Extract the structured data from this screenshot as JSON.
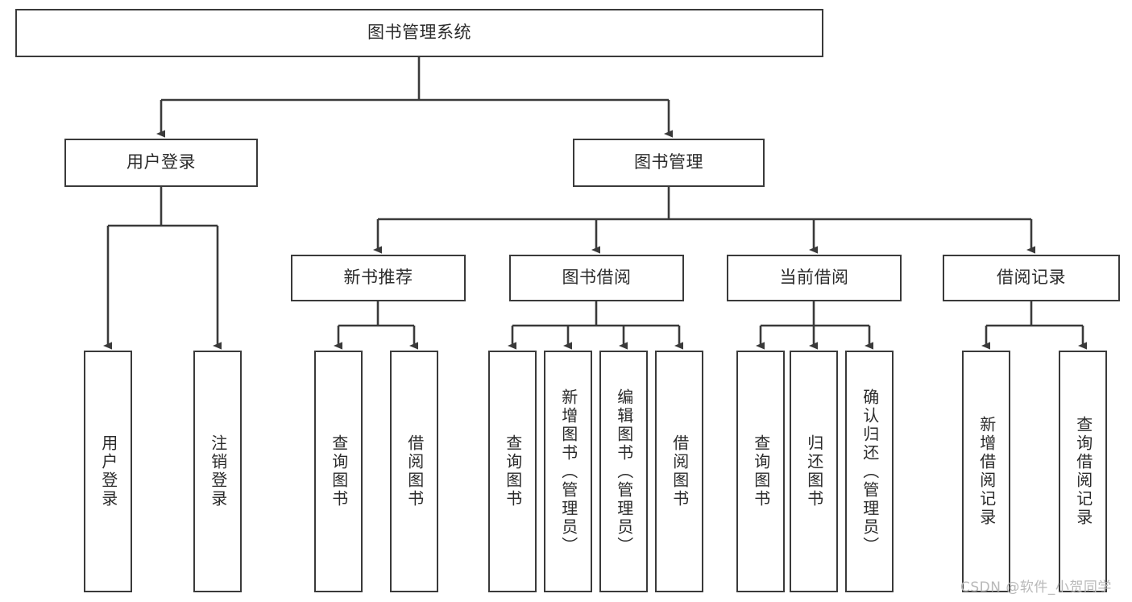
{
  "diagram": {
    "type": "tree-hierarchy-flowchart",
    "title": "图书管理系统",
    "background_color": "#ffffff",
    "box_border_color": "#3a3a3a",
    "connector_color": "#3a3a3a",
    "text_color": "#2b2b2b"
  },
  "nodes": {
    "root": {
      "label": "图书管理系统",
      "orientation": "horizontal"
    },
    "level1": [
      {
        "id": "user-login",
        "label": "用户登录",
        "orientation": "horizontal"
      },
      {
        "id": "book-manage",
        "label": "图书管理",
        "orientation": "horizontal"
      }
    ],
    "level2": [
      {
        "id": "new-book-recommend",
        "label": "新书推荐",
        "orientation": "horizontal"
      },
      {
        "id": "book-borrow",
        "label": "图书借阅",
        "orientation": "horizontal"
      },
      {
        "id": "current-borrow",
        "label": "当前借阅",
        "orientation": "horizontal"
      },
      {
        "id": "borrow-record",
        "label": "借阅记录",
        "orientation": "horizontal"
      }
    ],
    "leaves": [
      {
        "id": "leaf-user-login",
        "label": "用户登录",
        "parent": "user-login",
        "orientation": "vertical"
      },
      {
        "id": "leaf-logout-login",
        "label": "注销登录",
        "parent": "user-login",
        "orientation": "vertical"
      },
      {
        "id": "leaf-query-book-1",
        "label": "查询图书",
        "parent": "new-book-recommend",
        "orientation": "vertical"
      },
      {
        "id": "leaf-borrow-book-1",
        "label": "借阅图书",
        "parent": "new-book-recommend",
        "orientation": "vertical"
      },
      {
        "id": "leaf-query-book-2",
        "label": "查询图书",
        "parent": "book-borrow",
        "orientation": "vertical"
      },
      {
        "id": "leaf-add-book",
        "label": "新增图书（管理员）",
        "parent": "book-borrow",
        "orientation": "vertical"
      },
      {
        "id": "leaf-edit-book",
        "label": "编辑图书（管理员）",
        "parent": "book-borrow",
        "orientation": "vertical"
      },
      {
        "id": "leaf-borrow-book-2",
        "label": "借阅图书",
        "parent": "book-borrow",
        "orientation": "vertical"
      },
      {
        "id": "leaf-query-book-3",
        "label": "查询图书",
        "parent": "current-borrow",
        "orientation": "vertical"
      },
      {
        "id": "leaf-return-book",
        "label": "归还图书",
        "parent": "current-borrow",
        "orientation": "vertical"
      },
      {
        "id": "leaf-confirm-return",
        "label": "确认归还（管理员）",
        "parent": "current-borrow",
        "orientation": "vertical"
      },
      {
        "id": "leaf-add-record",
        "label": "新增借阅记录",
        "parent": "borrow-record",
        "orientation": "vertical"
      },
      {
        "id": "leaf-query-record",
        "label": "查询借阅记录",
        "parent": "borrow-record",
        "orientation": "vertical"
      }
    ]
  },
  "watermark": {
    "text": "CSDN @软件_小贺同学",
    "color": "#b9b9b9"
  }
}
